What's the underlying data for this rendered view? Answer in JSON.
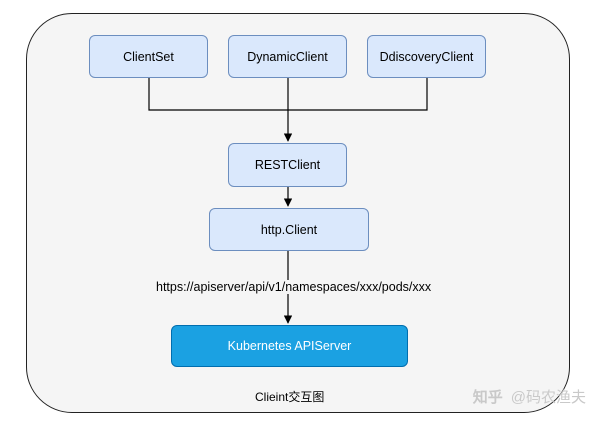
{
  "nodes": {
    "clientset": "ClientSet",
    "dynamicclient": "DynamicClient",
    "discoveryclient": "DdiscoveryClient",
    "restclient": "RESTClient",
    "httpclient": "http.Client",
    "apiserver": "Kubernetes APIServer"
  },
  "edge_label": "https://apiserver/api/v1/namespaces/xxx/pods/xxx",
  "caption": "Clieint交互图",
  "watermark": {
    "logo": "知乎",
    "handle": "@码农渔夫"
  },
  "colors": {
    "node_fill": "#dae8fc",
    "node_border": "#6c8ebf",
    "apiserver_fill": "#1ba1e2",
    "apiserver_border": "#006eaf",
    "frame_fill": "#f5f5f5"
  }
}
